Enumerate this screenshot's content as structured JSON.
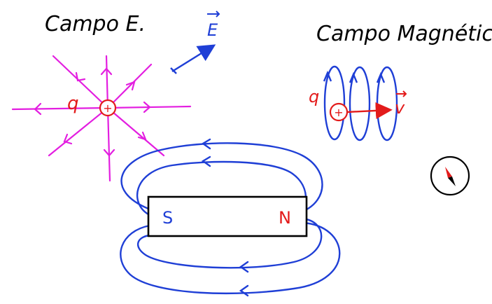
{
  "titles": {
    "electric": "Campo E.",
    "magnetic": "Campo Magnético"
  },
  "labels": {
    "e_vector": "E",
    "charge_left": "q",
    "charge_left_sign": "+",
    "charge_right": "q",
    "charge_right_sign": "+",
    "velocity": "v",
    "pole_south": "S",
    "pole_north": "N"
  },
  "colors": {
    "electric_field": "#e31ee0",
    "magnetic_field": "#1f3fd6",
    "charge": "#e31b1b",
    "ink": "#000000",
    "background": "#ffffff"
  },
  "icons": {
    "compass": "compass-icon"
  }
}
